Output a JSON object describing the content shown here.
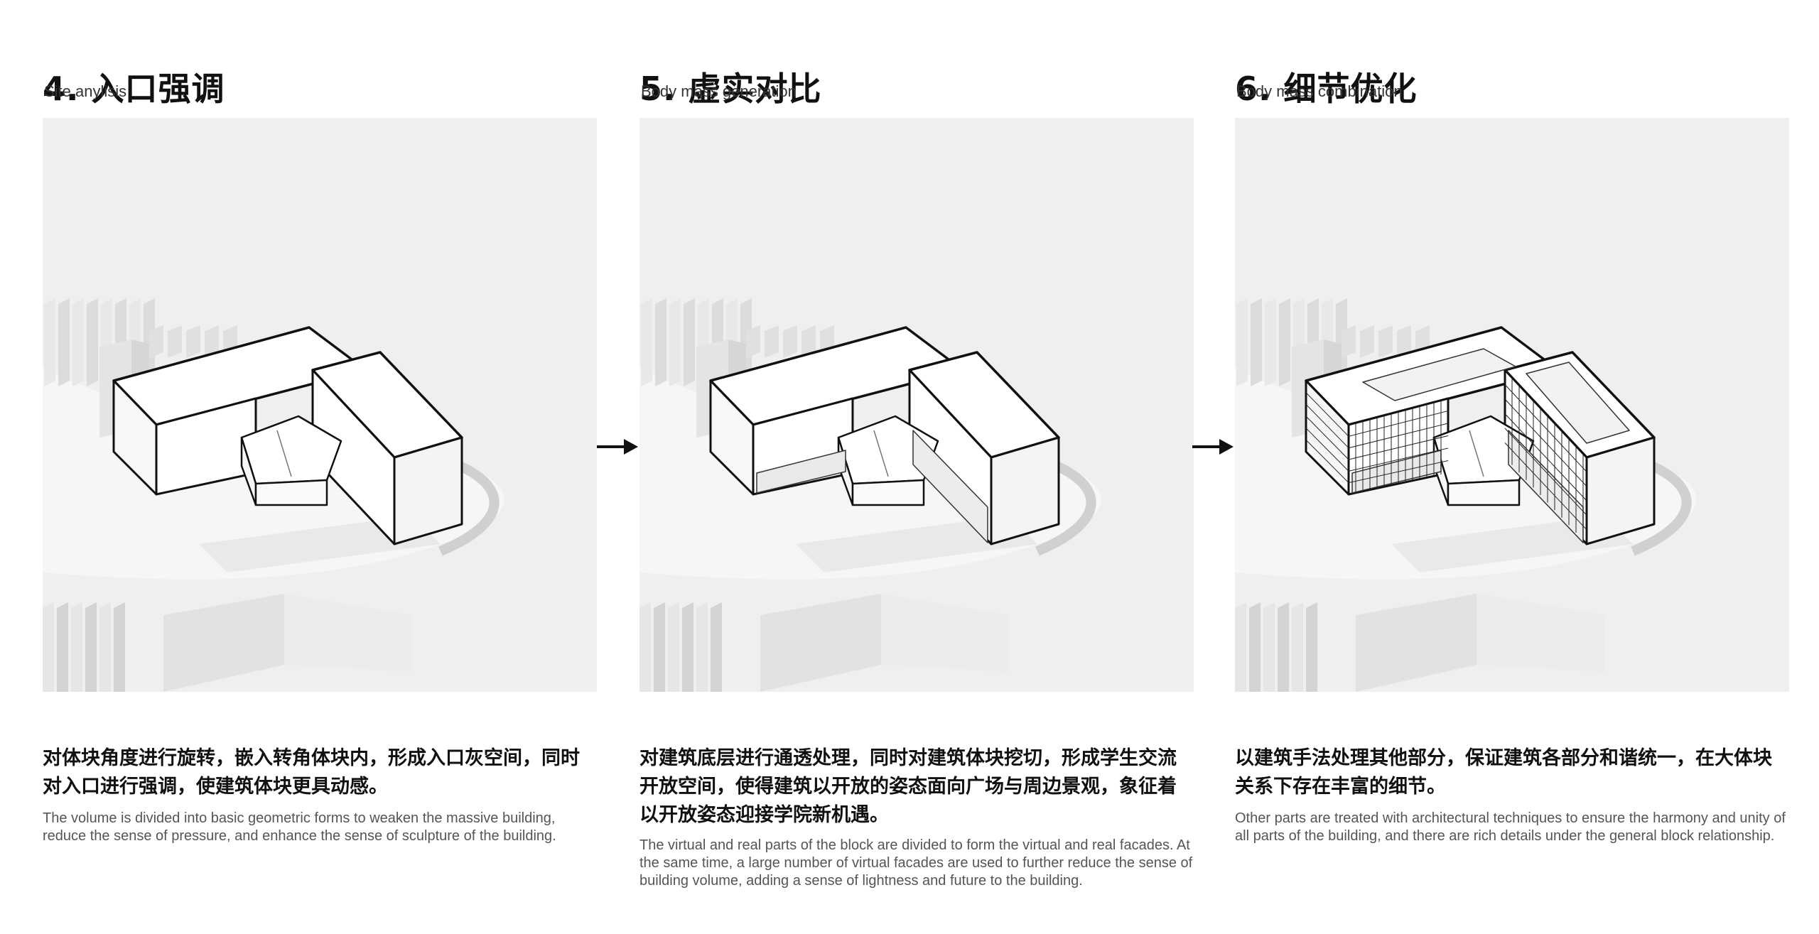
{
  "panels": [
    {
      "title": "4. 入口强调",
      "subtitle": "Site anylisis",
      "description_zh": "对体块角度进行旋转，嵌入转角体块内，形成入口灰空间，同时对入口进行强调，使建筑体块更具动感。",
      "description_en": "The volume is divided into basic geometric forms to weaken the massive building, reduce the sense of pressure, and enhance the sense of sculpture of the building."
    },
    {
      "title": "5. 虚实对比",
      "subtitle": "Body mass generation",
      "description_zh": "对建筑底层进行通透处理，同时对建筑体块挖切，形成学生交流开放空间，使得建筑以开放的姿态面向广场与周边景观，象征着以开放姿态迎接学院新机遇。",
      "description_en": "The virtual and real parts of the block are divided to form the virtual and real facades. At the same time, a large number of virtual facades are used to further reduce the sense of building volume, adding a sense of lightness and future to the building."
    },
    {
      "title": "6. 细节优化",
      "subtitle": "Body mass combination",
      "description_zh": "以建筑手法处理其他部分，保证建筑各部分和谐统一，在大体块关系下存在丰富的细节。",
      "description_en": "Other parts are treated with architectural techniques to ensure the harmony and unity of all parts of the building, and there are rich details under the general block relationship."
    }
  ],
  "arrows": [
    "right-arrow-icon",
    "right-arrow-icon"
  ],
  "colors": {
    "background": "#ffffff",
    "figure_bg": "#efefef",
    "building_outline": "#111111",
    "context_massing": "#e2e2e2"
  }
}
